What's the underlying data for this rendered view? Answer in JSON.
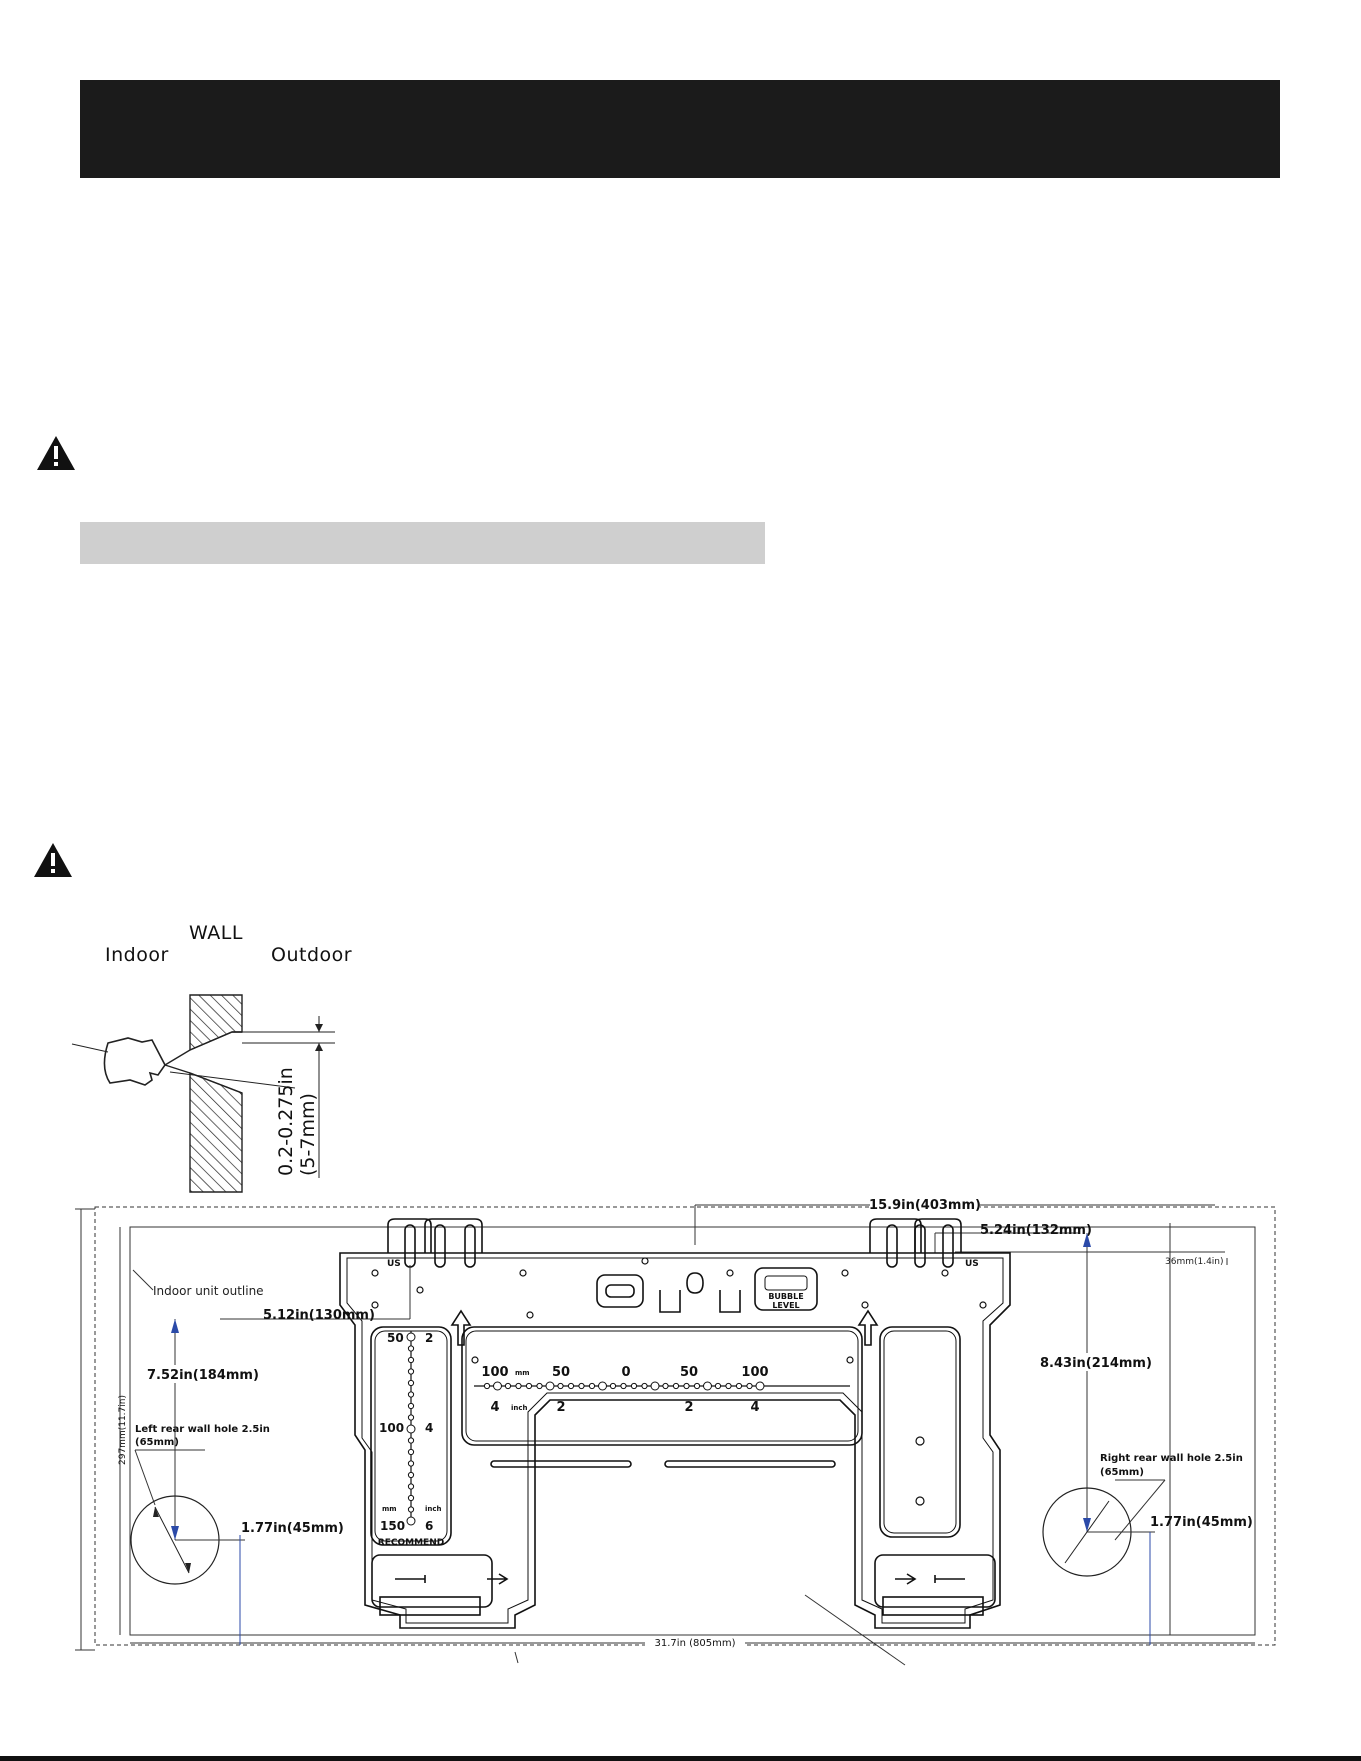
{
  "wall_section": {
    "wall_label": "WALL",
    "indoor_label": "Indoor",
    "outdoor_label": "Outdoor",
    "slope_in": "0.2-0.275in",
    "slope_mm": "(5-7mm)"
  },
  "mounting_plate": {
    "top_width": "15.9in(403mm)",
    "right_offset": "5.24in(132mm)",
    "corner_offset": "36mm(1.4in)",
    "indoor_outline": "Indoor unit outline",
    "left_top_offset": "5.12in(130mm)",
    "left_vertical": "7.52in(184mm)",
    "left_hole_line1": "Left rear wall hole 2.5in",
    "left_hole_line2": "(65mm)",
    "left_bottom": "1.77in(45mm)",
    "right_vertical": "8.43in(214mm)",
    "right_hole_line1": "Right rear wall hole 2.5in",
    "right_hole_line2": "(65mm)",
    "right_bottom": "1.77in(45mm)",
    "overall_height": "297mm(11.7in)",
    "overall_width": "31.7in (805mm)",
    "bubble_level_1": "BUBBLE",
    "bubble_level_2": "LEVEL",
    "recommend": "RECOMMEND",
    "unit_mm": "mm",
    "unit_inch": "inch",
    "us_label": "US",
    "h_scale_mm": [
      "100",
      "50",
      "0",
      "50",
      "100"
    ],
    "h_scale_in": [
      "4",
      "2",
      "2",
      "4"
    ],
    "v_scale_mm": [
      "50",
      "100",
      "150"
    ],
    "v_scale_in": [
      "2",
      "4",
      "6"
    ]
  }
}
